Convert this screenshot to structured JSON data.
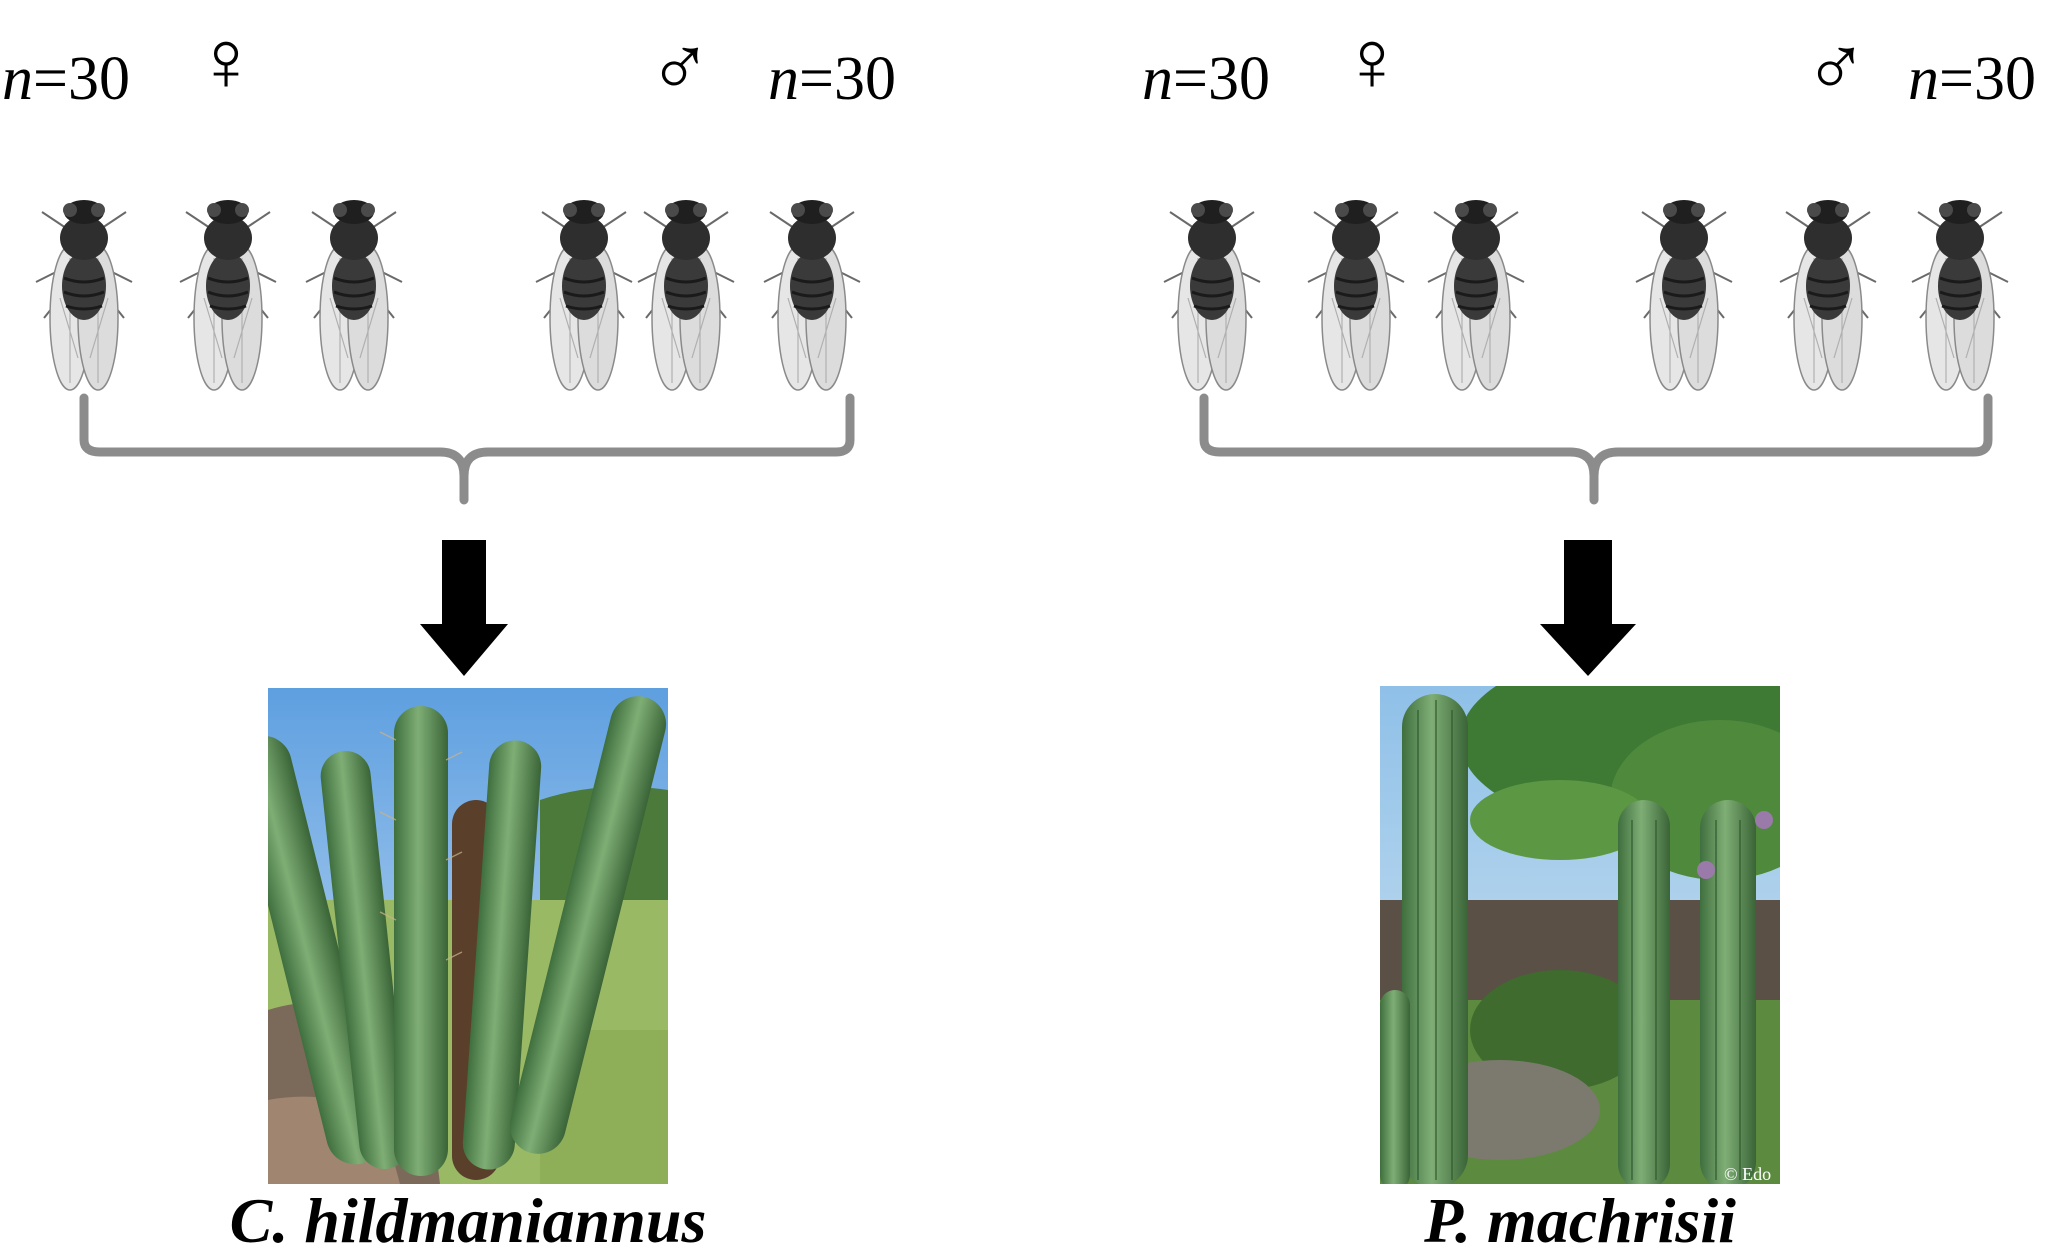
{
  "groups": [
    {
      "female_label": {
        "var": "n",
        "eq": "=",
        "count": "30"
      },
      "male_label": {
        "var": "n",
        "eq": "=",
        "count": "30"
      },
      "female_symbol": "♀",
      "male_symbol": "♂",
      "species": "C. hildmaniannus",
      "photo_icon": "cactus-photo-columnar-green"
    },
    {
      "female_label": {
        "var": "n",
        "eq": "=",
        "count": "30"
      },
      "male_label": {
        "var": "n",
        "eq": "=",
        "count": "30"
      },
      "female_symbol": "♀",
      "male_symbol": "♂",
      "species": "P. machrisii",
      "photo_icon": "cactus-photo-tall-columns",
      "photo_watermark": "© Edo"
    }
  ],
  "colors": {
    "brace": "#8c8c8c",
    "arrow": "#000000",
    "sky": "#7fb2e6",
    "cactus": "#5f8f5a"
  }
}
